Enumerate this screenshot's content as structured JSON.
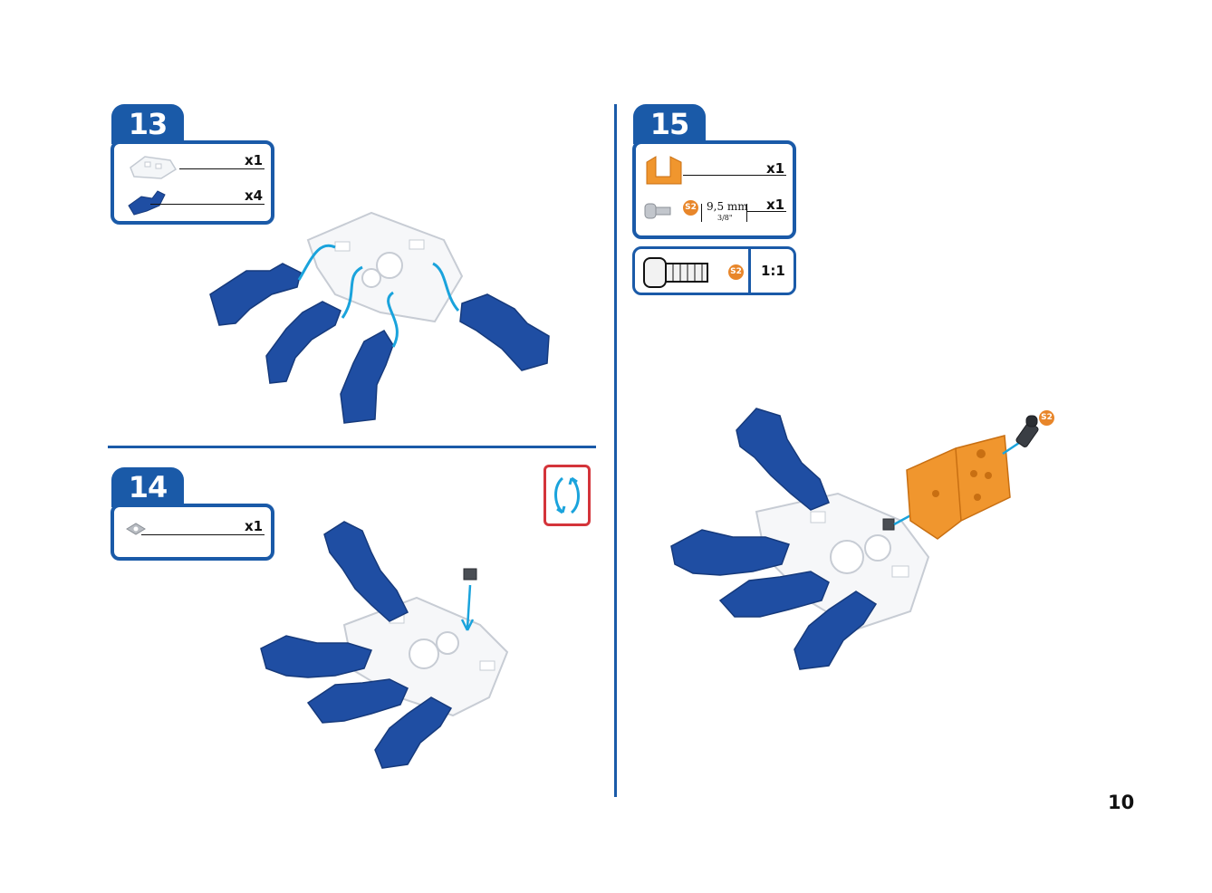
{
  "page_number": "10",
  "steps": {
    "s13": {
      "number": "13",
      "parts": [
        {
          "name": "white frame piece",
          "qty": "x1"
        },
        {
          "name": "blue finger segment",
          "qty": "x4"
        }
      ]
    },
    "s14": {
      "number": "14",
      "parts": [
        {
          "name": "square nut",
          "qty": "x1"
        }
      ]
    },
    "s15": {
      "number": "15",
      "parts": [
        {
          "name": "orange bracket",
          "qty": "x1"
        },
        {
          "name": "screw S2",
          "qty": "x1",
          "badge": "S2",
          "length": "9,5 mm",
          "length_imperial": "3/8\""
        }
      ],
      "scale_box": {
        "badge": "S2",
        "scale": "1:1"
      },
      "callout_badge": "S2"
    }
  },
  "colors": {
    "accent_blue": "#1a5aa8",
    "part_blue": "#1f4ea3",
    "arrow_cyan": "#1aa3dc",
    "orange": "#f0962e",
    "rotate_red": "#d4343a"
  },
  "icons": [
    "rotate-arrows-icon"
  ]
}
